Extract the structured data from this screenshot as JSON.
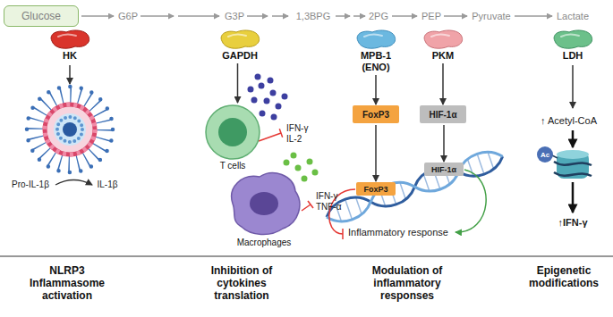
{
  "diagram": {
    "nodes": [
      {
        "text": [
          "Glucose"
        ]
      },
      {
        "text": [
          "HK"
        ]
      },
      {
        "text": [
          "GAPDH"
        ]
      },
      {
        "text": [
          "MPB-1 (ENO)"
        ]
      },
      {
        "text": [
          "PKM"
        ]
      },
      {
        "text": [
          "LDH"
        ]
      },
      {
        "text": [
          "T cells"
        ]
      },
      {
        "text": [
          "Macrophages"
        ]
      },
      {
        "text": [
          "FoxP3"
        ]
      },
      {
        "text": [
          "HIF-1α"
        ]
      },
      {
        "text": [
          "FoxP3"
        ]
      },
      {
        "text": [
          "HIF-1α"
        ]
      },
      {
        "text": [
          "Ac"
        ]
      }
    ],
    "edges": [
      {
        "from": 2,
        "to": 6,
        "arrow": "to"
      },
      {
        "from": 3,
        "to": 8,
        "arrow": "to"
      },
      {
        "from": 4,
        "to": 9,
        "arrow": "to"
      },
      {
        "from": 8,
        "to": 10,
        "arrow": "to"
      },
      {
        "from": 9,
        "to": 11,
        "arrow": "to"
      }
    ],
    "labels": [
      "G6P",
      "G3P",
      "1,3BPG",
      "2PG",
      "PEP",
      "Pyruvate",
      "Lactate",
      "Pro-IL-1β",
      "IL-1β",
      "IFN-γ",
      "IL-2",
      "IFN-γ",
      "TNF-α",
      "Inflammatory response",
      "↑ Acetyl-CoA",
      "↑IFN-γ",
      "NLRP3 Inflammasome activation",
      "Inhibition of cytokines translation",
      "Modulation of inflammatory responses",
      "Epigenetic modifications"
    ]
  }
}
